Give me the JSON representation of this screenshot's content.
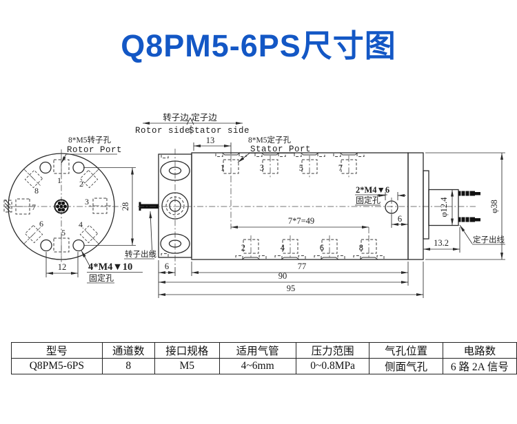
{
  "title": "Q8PM5-6PS尺寸图",
  "colors": {
    "title_blue": "#1357c5",
    "line": "#2a2a2a"
  },
  "drawing": {
    "rotor_view": {
      "hole_label_cn": "8*M5转子孔",
      "hole_label_en": "Rotor Port",
      "fix_hole_line1": "4*M4▼10",
      "fix_hole_line2": "固定孔",
      "numbers": [
        "1",
        "2",
        "3",
        "4",
        "5",
        "6",
        "7",
        "8"
      ],
      "dim_height": "28",
      "dim_holes": "12"
    },
    "side_header": {
      "rotor_side_cn": "转子边",
      "stator_side_cn": "定子边",
      "rotor_side_en": "Rotor side",
      "stator_side_en": "Stator side"
    },
    "stator_view": {
      "hole_label_cn": "8*M5定子孔",
      "hole_label_en": "Stator Port",
      "fix_hole_line1": "2*M4▼6",
      "fix_hole_line2": "固定孔",
      "top_numbers": [
        "1",
        "3",
        "5",
        "7"
      ],
      "bottom_numbers": [
        "2",
        "4",
        "6",
        "8"
      ],
      "rotor_exit": "转子出线",
      "stator_exit": "定子出线"
    },
    "dims": {
      "d13": "13",
      "d49": "7*7=49",
      "d6a": "6",
      "d77": "77",
      "d90": "90",
      "d95": "95",
      "d6b": "6",
      "d13_2": "13.2",
      "d12_4": "φ12.4",
      "d38": "φ38"
    }
  },
  "table": {
    "headers": [
      "型号",
      "通道数",
      "接口规格",
      "适用气管",
      "压力范围",
      "气孔位置",
      "电路数"
    ],
    "row": [
      "Q8PM5-6PS",
      "8",
      "M5",
      "4~6mm",
      "0~0.8MPa",
      "侧面气孔",
      "6 路 2A 信号"
    ]
  }
}
